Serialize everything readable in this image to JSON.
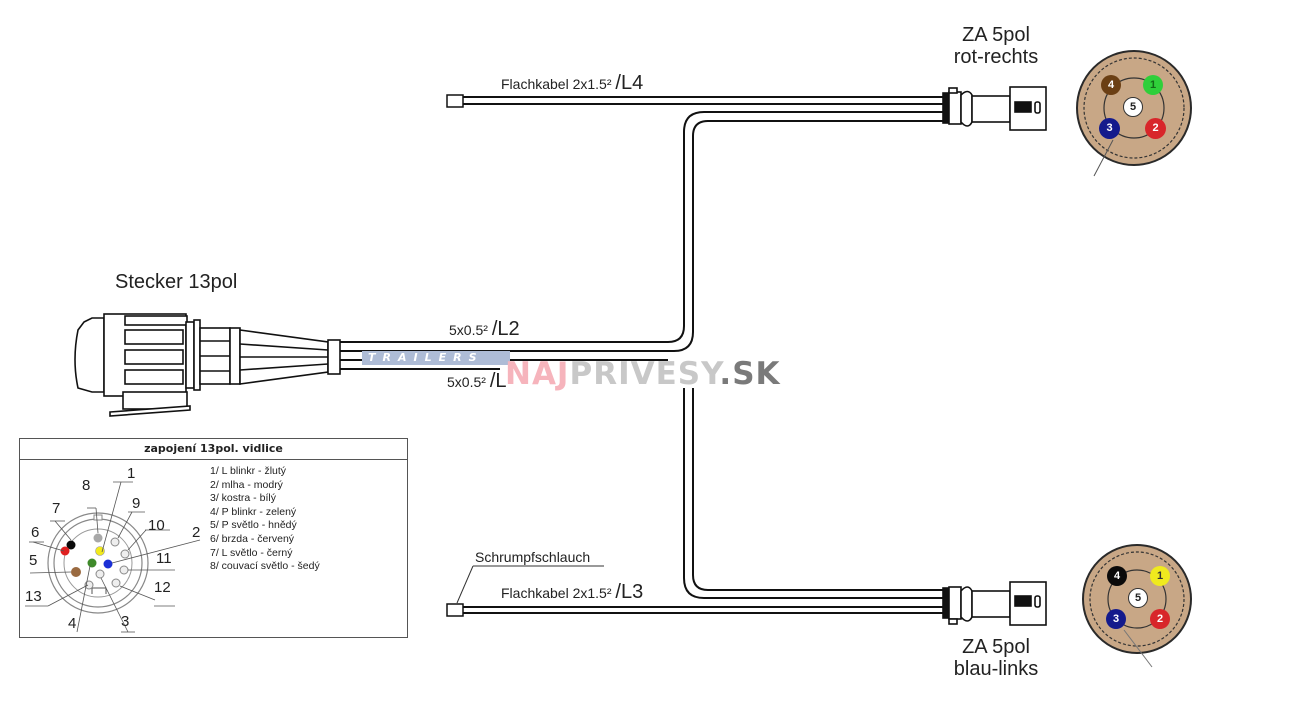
{
  "diagram": {
    "type": "wiring-harness",
    "plug": {
      "title": "Stecker 13pol"
    },
    "connectors": [
      {
        "id": "right",
        "title_line1": "ZA 5pol",
        "title_line2": "rot-rechts",
        "pins": [
          {
            "n": "1",
            "color": "#2fcf3a"
          },
          {
            "n": "2",
            "color": "#d8262a"
          },
          {
            "n": "3",
            "color": "#141a8c"
          },
          {
            "n": "4",
            "color": "#6b3f14"
          },
          {
            "n": "5",
            "color": "#ffffff"
          }
        ]
      },
      {
        "id": "left",
        "title_line1": "ZA 5pol",
        "title_line2": "blau-links",
        "pins": [
          {
            "n": "1",
            "color": "#f0ea1e"
          },
          {
            "n": "2",
            "color": "#d8262a"
          },
          {
            "n": "3",
            "color": "#141a8c"
          },
          {
            "n": "4",
            "color": "#0a0a0a"
          },
          {
            "n": "5",
            "color": "#ffffff"
          }
        ]
      }
    ],
    "cables": {
      "l4": {
        "spec": "Flachkabel 2x1.5²",
        "code": "/L4"
      },
      "l3": {
        "spec": "Flachkabel 2x1.5²",
        "code": "/L3"
      },
      "l2": {
        "spec": "5x0.5²",
        "code": "/L2"
      },
      "l1": {
        "spec": "5x0.5²",
        "code": "/L"
      }
    },
    "shrink_tube_label": "Schrumpfschlauch",
    "pinout_table": {
      "heading": "zapojení 13pol. vidlice",
      "legend": [
        "1/ L blinkr - žlutý",
        "2/ mlha - modrý",
        "3/ kostra - bílý",
        "4/ P blinkr - zelený",
        "5/ P světlo - hnědý",
        "6/ brzda - červený",
        "7/ L světlo - černý",
        "8/ couvací světlo - šedý"
      ],
      "pin_numbers": [
        "1",
        "2",
        "3",
        "4",
        "5",
        "6",
        "7",
        "8",
        "9",
        "10",
        "11",
        "12",
        "13"
      ],
      "pin_colors": {
        "1": "#f2ea1c",
        "2": "#1b2fd6",
        "3": "#d8d8d8",
        "4": "#3f8a2a",
        "5": "#9a6a40",
        "6": "#e02020",
        "7": "#0a0a0a",
        "8": "#a8a8a8"
      }
    },
    "watermark": {
      "part1": "NAJ",
      "part2": "PRIVESY",
      "part3": ".SK",
      "trailers": "TRAILERS"
    },
    "colors": {
      "socket_body": "#c8a786",
      "line": "#111111"
    }
  }
}
